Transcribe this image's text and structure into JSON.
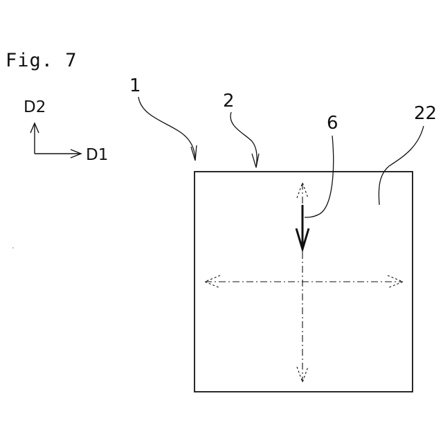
{
  "figure": {
    "title": "Fig. 7"
  },
  "axes": {
    "d2_label": "D2",
    "d1_label": "D1"
  },
  "callouts": [
    {
      "id": "ref-1",
      "text": "1"
    },
    {
      "id": "ref-2",
      "text": "2"
    },
    {
      "id": "ref-6",
      "text": "6"
    },
    {
      "id": "ref-22",
      "text": "22"
    }
  ],
  "colors": {
    "ink": "#111111",
    "background": "#ffffff"
  }
}
